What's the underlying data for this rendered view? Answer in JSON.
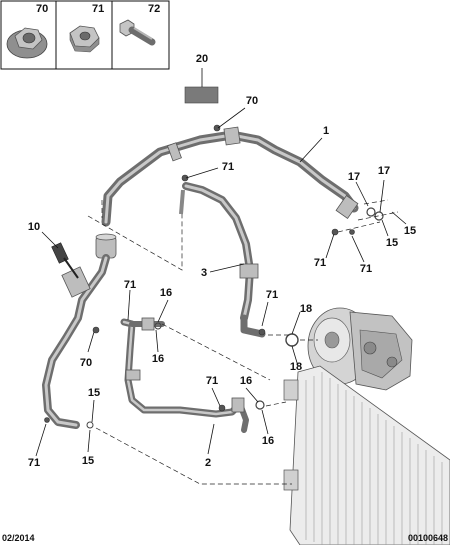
{
  "header_parts": [
    {
      "ref": "70",
      "icon": "flange-nut-icon"
    },
    {
      "ref": "71",
      "icon": "hex-nut-icon"
    },
    {
      "ref": "72",
      "icon": "bolt-icon"
    }
  ],
  "callouts": {
    "c20": "20",
    "c70a": "70",
    "c1": "1",
    "c71a": "71",
    "c17a": "17",
    "c17b": "17",
    "c15a": "15",
    "c15b": "15",
    "c10": "10",
    "c3": "3",
    "c71b": "71",
    "c71c": "71",
    "c71d": "71",
    "c18a": "18",
    "c18b": "18",
    "c16a": "16",
    "c16b": "16",
    "c70b": "70",
    "c71e": "71",
    "c16c": "16",
    "c16d": "16",
    "c15c": "15",
    "c15d": "15",
    "c2": "2",
    "c71f": "71"
  },
  "footer": {
    "date": "02/2014",
    "reference": "00100648"
  },
  "colors": {
    "hose": "#6e6e6e",
    "hose_highlight": "#c9c9c9",
    "part": "#bdbdbd",
    "seal_pad": "#7a7a7a"
  }
}
